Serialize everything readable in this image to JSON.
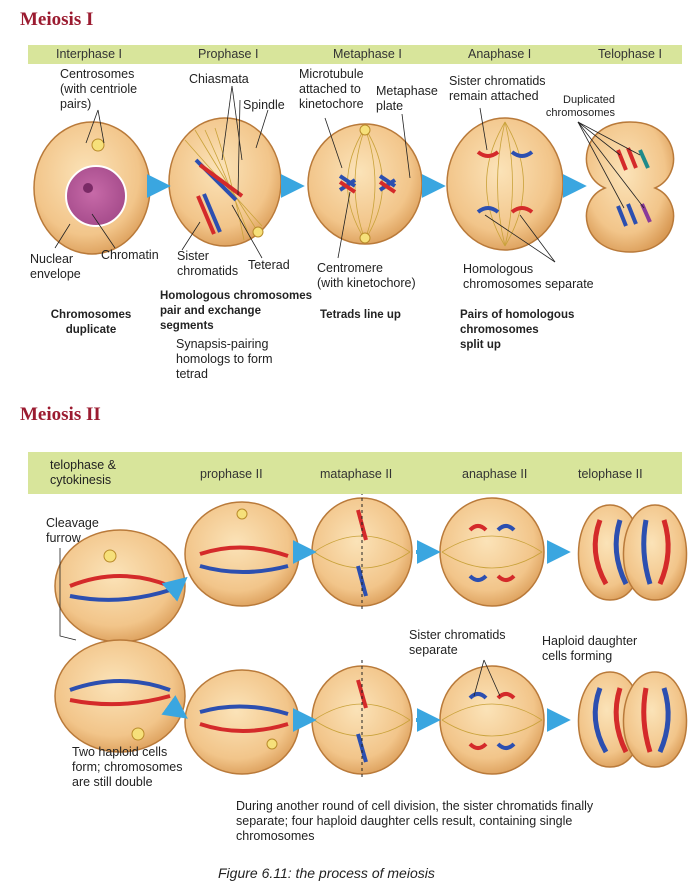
{
  "meiosis1": {
    "title": "Meiosis I",
    "phases": [
      "Interphase I",
      "Prophase I",
      "Metaphase I",
      "Anaphase I",
      "Telophase I"
    ],
    "labels": {
      "centrosomes": "Centrosomes\n(with centriole\npairs)",
      "chiasmata": "Chiasmata",
      "spindle": "Spindle",
      "microtubule": "Microtubule\nattached to\nkinetochore",
      "metaphase_plate": "Metaphase\nplate",
      "sister_attached": "Sister chromatids\nremain attached",
      "duplicated": "Duplicated\nchromosomes",
      "nuclear_envelope": "Nuclear\nenvelope",
      "chromatin": "Chromatin",
      "sister_chromatids": "Sister\nchromatids",
      "teterad": "Teterad",
      "centromere": "Centromere\n(with kinetochore)",
      "homologous_separate": "Homologous\nchromosomes separate"
    },
    "descriptions": {
      "interphase": "Chromosomes\nduplicate",
      "prophase": "Homologous chromosomes\npair and exchange\nsegments",
      "prophase_sub": "Synapsis-pairing\nhomologs to form\ntetrad",
      "metaphase": "Tetrads line up",
      "anaphase": "Pairs of homologous\nchromosomes\nsplit up"
    }
  },
  "meiosis2": {
    "title": "Meiosis II",
    "phases": [
      "telophase &\ncytokinesis",
      "prophase II",
      "mataphase II",
      "anaphase II",
      "telophase II"
    ],
    "labels": {
      "cleavage": "Cleavage\nfurrow",
      "sister_separate": "Sister chromatids\nseparate",
      "haploid_forming": "Haploid daughter\ncells forming",
      "two_haploid": "Two haploid cells\nform; chromosomes\nare still double",
      "final": "During another round of cell division, the sister chromatids finally\nseparate; four haploid daughter cells result, containing single\nchromosomes"
    }
  },
  "caption": "Figure 6.11: the process of meiosis",
  "colors": {
    "title": "#9b1b30",
    "band": "#d8e59b",
    "cell": "#f2c58a",
    "cell_edge": "#b97a3a",
    "red": "#d42a2a",
    "blue": "#2c4fb0",
    "spindle": "#c9a23a",
    "arrow": "#3aa6e0"
  }
}
